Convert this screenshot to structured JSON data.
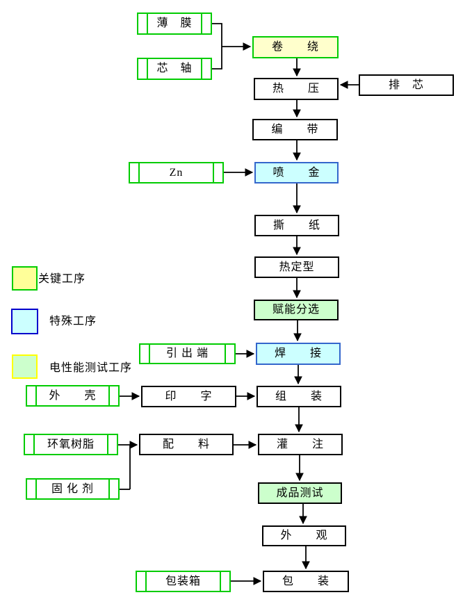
{
  "flowchart": {
    "nodes": {
      "film": {
        "label": "薄　膜",
        "type": "input"
      },
      "mandrel": {
        "label": "芯　轴",
        "type": "input"
      },
      "winding": {
        "label": "卷　　绕",
        "type": "key"
      },
      "hot_press": {
        "label": "热　　压",
        "type": "process"
      },
      "core_arranging": {
        "label": "排　芯",
        "type": "process"
      },
      "taping": {
        "label": "编　　带",
        "type": "process"
      },
      "zinc": {
        "label": "Zn",
        "type": "input"
      },
      "metal_spraying": {
        "label": "喷　　金",
        "type": "special"
      },
      "paper_tearing": {
        "label": "撕　　纸",
        "type": "process"
      },
      "heat_setting": {
        "label": "热定型",
        "type": "process"
      },
      "energizing_sorting": {
        "label": "赋能分选",
        "type": "test"
      },
      "lead_terminal": {
        "label": "引 出 端",
        "type": "input"
      },
      "welding": {
        "label": "焊　　接",
        "type": "special"
      },
      "shell": {
        "label": "外　　壳",
        "type": "input"
      },
      "printing": {
        "label": "印　　字",
        "type": "process"
      },
      "assembly": {
        "label": "组　　装",
        "type": "process"
      },
      "epoxy_resin": {
        "label": "环氧树脂",
        "type": "input"
      },
      "batching": {
        "label": "配　　料",
        "type": "process"
      },
      "pouring": {
        "label": "灌　　注",
        "type": "process"
      },
      "curing_agent": {
        "label": "固 化 剂",
        "type": "input"
      },
      "product_testing": {
        "label": "成品测试",
        "type": "test"
      },
      "appearance": {
        "label": "外　　观",
        "type": "process"
      },
      "packing_box": {
        "label": "包装箱",
        "type": "input"
      },
      "packaging": {
        "label": "包　　装",
        "type": "process"
      }
    },
    "edges": [
      {
        "from": "film",
        "to": "winding"
      },
      {
        "from": "mandrel",
        "to": "winding"
      },
      {
        "from": "winding",
        "to": "hot_press"
      },
      {
        "from": "core_arranging",
        "to": "hot_press"
      },
      {
        "from": "hot_press",
        "to": "taping"
      },
      {
        "from": "taping",
        "to": "metal_spraying"
      },
      {
        "from": "zinc",
        "to": "metal_spraying"
      },
      {
        "from": "metal_spraying",
        "to": "paper_tearing"
      },
      {
        "from": "paper_tearing",
        "to": "heat_setting"
      },
      {
        "from": "heat_setting",
        "to": "energizing_sorting"
      },
      {
        "from": "energizing_sorting",
        "to": "welding"
      },
      {
        "from": "lead_terminal",
        "to": "welding"
      },
      {
        "from": "welding",
        "to": "assembly"
      },
      {
        "from": "shell",
        "to": "printing"
      },
      {
        "from": "printing",
        "to": "assembly"
      },
      {
        "from": "assembly",
        "to": "pouring"
      },
      {
        "from": "epoxy_resin",
        "to": "batching"
      },
      {
        "from": "curing_agent",
        "to": "batching"
      },
      {
        "from": "batching",
        "to": "pouring"
      },
      {
        "from": "pouring",
        "to": "product_testing"
      },
      {
        "from": "product_testing",
        "to": "appearance"
      },
      {
        "from": "appearance",
        "to": "packaging"
      },
      {
        "from": "packing_box",
        "to": "packaging"
      }
    ],
    "legend": {
      "key": {
        "label": "关键工序",
        "fill": "#FFFF99",
        "border": "#00CC00"
      },
      "special": {
        "label": "特殊工序",
        "fill": "#CCFFFF",
        "border": "#0000CC"
      },
      "test": {
        "label": "电性能测试工序",
        "fill": "#CCFFCC",
        "border": "#FFFF00"
      }
    },
    "colors": {
      "key_fill": "#FFFFCC",
      "key_border": "#00CC00",
      "special_fill": "#CCFFFF",
      "special_border": "#3366CC",
      "test_fill": "#CCFFCC",
      "process_border": "#000000",
      "input_border": "#00CC00",
      "arrow": "#000000",
      "background": "#FFFFFF"
    }
  }
}
